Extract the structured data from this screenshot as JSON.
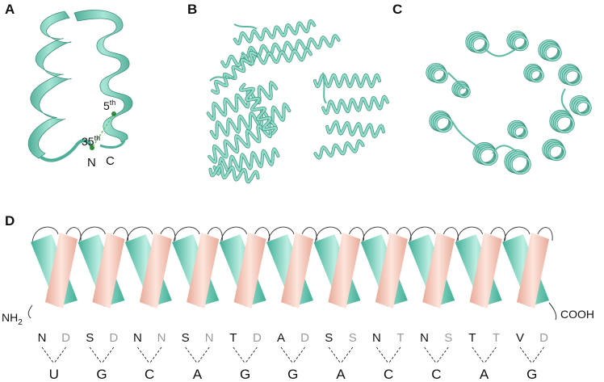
{
  "panels": {
    "a": {
      "label": "A",
      "marker_5th": "5",
      "marker_35th": "35",
      "marker_suffix": "th",
      "n_term": "N",
      "c_term": "C"
    },
    "b": {
      "label": "B"
    },
    "c": {
      "label": "C"
    },
    "d": {
      "label": "D",
      "nh2_main": "NH",
      "nh2_sub": "2",
      "cooh": "COOH"
    }
  },
  "top_residues": [
    {
      "res": "N",
      "pos": "a"
    },
    {
      "res": "D",
      "pos": "d"
    },
    {
      "res": "S",
      "pos": "a"
    },
    {
      "res": "D",
      "pos": "d"
    },
    {
      "res": "N",
      "pos": "a"
    },
    {
      "res": "N",
      "pos": "d"
    },
    {
      "res": "S",
      "pos": "a"
    },
    {
      "res": "N",
      "pos": "d"
    },
    {
      "res": "T",
      "pos": "a"
    },
    {
      "res": "D",
      "pos": "d"
    },
    {
      "res": "A",
      "pos": "a"
    },
    {
      "res": "D",
      "pos": "d"
    },
    {
      "res": "S",
      "pos": "a"
    },
    {
      "res": "S",
      "pos": "d"
    },
    {
      "res": "N",
      "pos": "a"
    },
    {
      "res": "T",
      "pos": "d"
    },
    {
      "res": "N",
      "pos": "a"
    },
    {
      "res": "S",
      "pos": "d"
    },
    {
      "res": "T",
      "pos": "a"
    },
    {
      "res": "T",
      "pos": "d"
    },
    {
      "res": "V",
      "pos": "a"
    },
    {
      "res": "D",
      "pos": "d"
    }
  ],
  "bottom_bases": [
    "U",
    "G",
    "C",
    "A",
    "G",
    "G",
    "A",
    "C",
    "C",
    "A",
    "G"
  ],
  "colors": {
    "helix": "#7fd6c4",
    "helix_dark": "#4fa893",
    "helix_teal": "#5fc2ac",
    "helix_salmon": "#efbfb0",
    "residue_a": "#111111",
    "residue_d": "#9a9a9a",
    "loop": "#333333",
    "dash": "#222222",
    "marker": "#2e8b3a"
  }
}
